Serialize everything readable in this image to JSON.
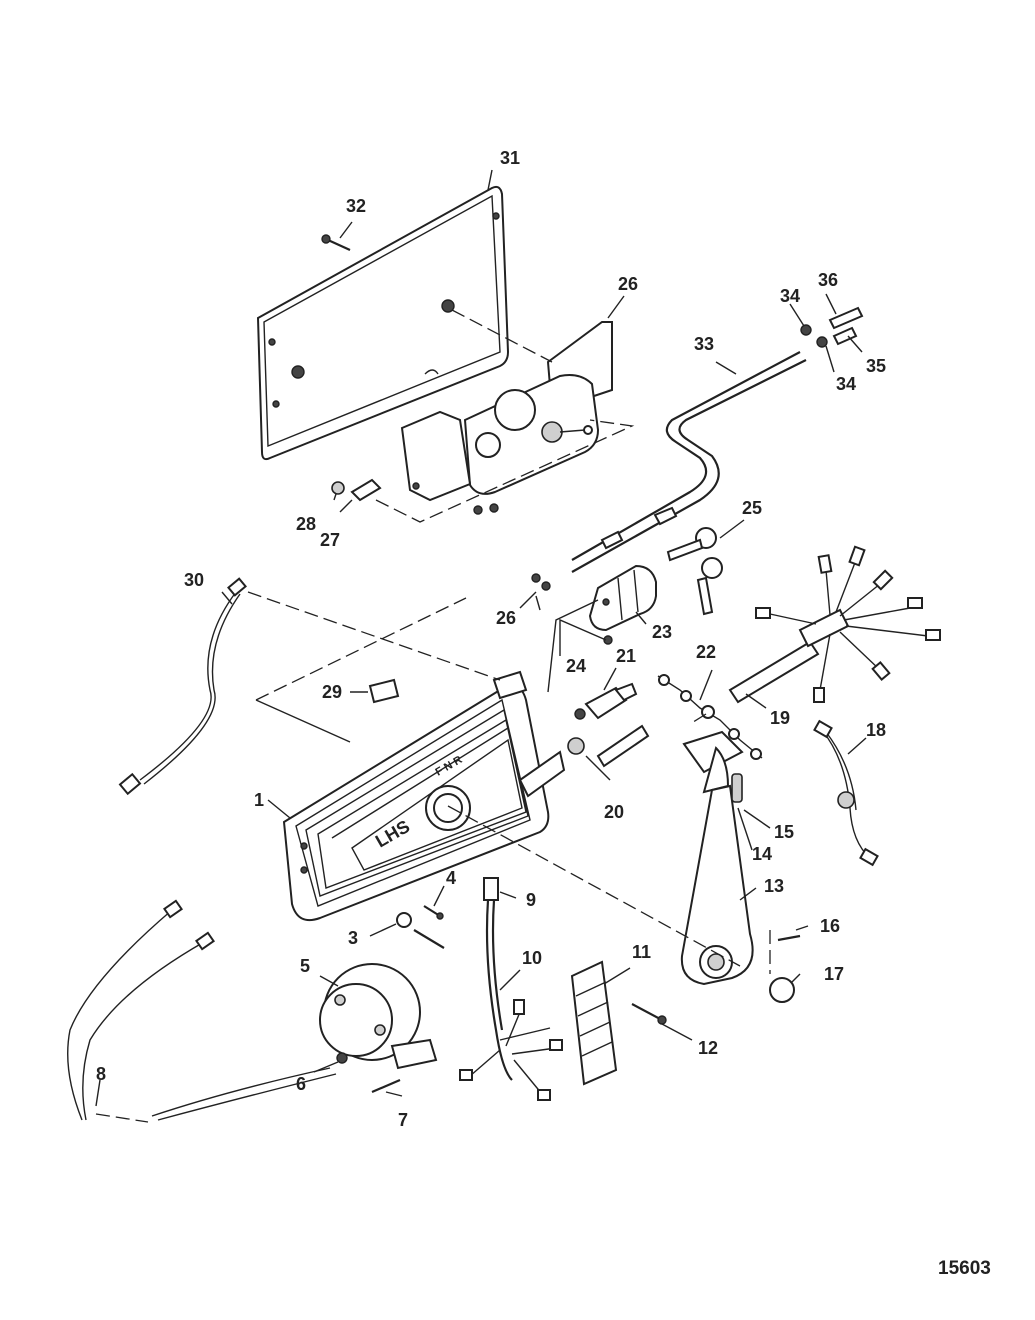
{
  "figure_number": "15603",
  "callouts": [
    "1",
    "3",
    "4",
    "5",
    "6",
    "7",
    "8",
    "9",
    "10",
    "11",
    "12",
    "13",
    "14",
    "15",
    "16",
    "17",
    "18",
    "19",
    "20",
    "21",
    "22",
    "23",
    "24",
    "25",
    "26",
    "27",
    "27",
    "28",
    "29",
    "30",
    "31",
    "32",
    "33",
    "34",
    "34",
    "35",
    "36"
  ],
  "housing_marks": {
    "shift_letters": "F N R",
    "logo": "LHS"
  }
}
